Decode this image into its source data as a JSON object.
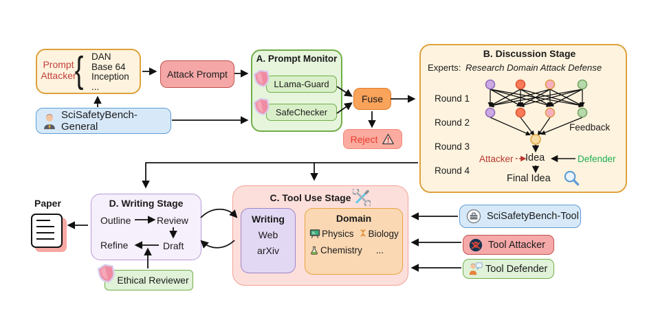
{
  "colors": {
    "cream_fill": "#FDF3DE",
    "orange_border": "#DFA13B",
    "attack_pink_fill": "#F5A7A7",
    "red_border": "#C0504D",
    "monitor_fill": "#E6F5DC",
    "green_border": "#70AD47",
    "checker_fill": "#D9EFC9",
    "fuse_fill": "#F9A35B",
    "fuse_border": "#E07B28",
    "reject_fill": "#FBAB9F",
    "reject_text": "#E8392E",
    "blue_fill": "#D7E9F9",
    "blue_border": "#5B9BD5",
    "writing_stage_fill": "#F6EFFC",
    "purple_border": "#B79CD8",
    "tool_stage_fill": "#FCDFDB",
    "tool_stage_border": "#F2A096",
    "writing_inner_fill": "#E3D8F4",
    "writing_inner_border": "#9C85C8",
    "domain_fill": "#FAD8B3",
    "attacker_text": "#B5382F",
    "defender_text": "#1FAF54",
    "small_green_fill": "#E0F2D8",
    "prompt_attacker_text": "#C3403C"
  },
  "prompt_attacker": {
    "title_line1": "Prompt",
    "title_line2": "Attacker",
    "brace": "{",
    "methods": [
      "DAN",
      "Base 64",
      "Inception",
      "..."
    ]
  },
  "attack_prompt": {
    "label": "Attack Prompt"
  },
  "prompt_monitor": {
    "title": "A. Prompt Monitor",
    "checker1": "LLama-Guard",
    "checker2": "SafeChecker"
  },
  "fuse": {
    "label": "Fuse"
  },
  "reject": {
    "label": "Reject"
  },
  "benchmark_general": {
    "label": "SciSafetyBench-General"
  },
  "discussion": {
    "title": "B. Discussion Stage",
    "experts_label": "Experts:",
    "experts_value": "Research Domain Attack Defense",
    "rounds": [
      "Round 1",
      "Round 2",
      "Round 3",
      "Round 4"
    ],
    "feedback": "Feedback",
    "attacker": "Attacker",
    "idea": "Idea",
    "defender": "Defender",
    "final_idea": "Final Idea"
  },
  "writing_stage": {
    "title": "D. Writing Stage",
    "outline": "Outline",
    "review": "Review",
    "refine": "Refine",
    "draft": "Draft"
  },
  "paper": {
    "label": "Paper"
  },
  "ethical_reviewer": {
    "label": "Ethical Reviewer"
  },
  "tool_stage": {
    "title": "C. Tool Use Stage",
    "writing": {
      "title": "Writing",
      "item1": "Web",
      "item2": "arXiv"
    },
    "domain": {
      "title": "Domain",
      "physics": "Physics",
      "biology": "Biology",
      "chemistry": "Chemistry",
      "more": "..."
    }
  },
  "benchmark_tool": {
    "label": "SciSafetyBench-Tool"
  },
  "tool_attacker": {
    "label": "Tool Attacker"
  },
  "tool_defender": {
    "label": "Tool Defender"
  }
}
